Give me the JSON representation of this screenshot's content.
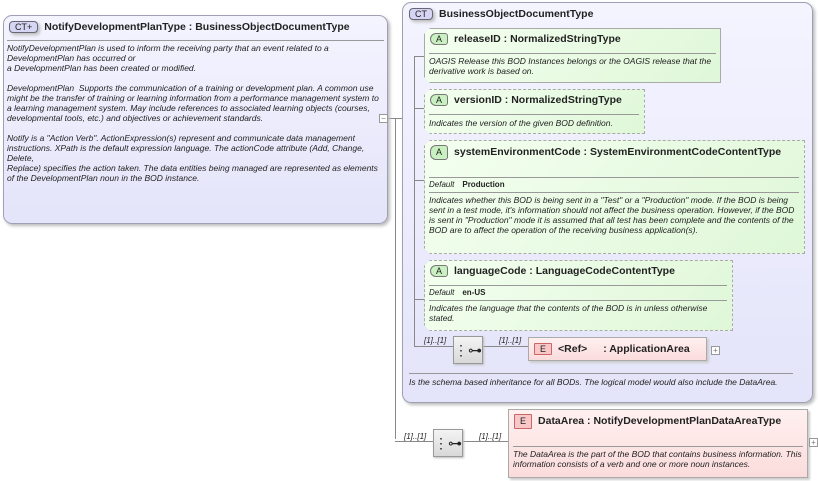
{
  "main_type": {
    "badge": "CT+",
    "name": "NotifyDevelopmentPlanType",
    "base": "BusinessObjectDocumentType",
    "doc": "NotifyDevelopmentPlan is used to inform the receiving party that an event related to a DevelopmentPlan has occurred or\na DevelopmentPlan has been created or modified.\n\nDevelopmentPlan  Supports the communication of a training or development plan. A common use might be the transfer of training or learning information from a performance management system to a learning management system. May include references to associated learning objects (courses, developmental tools, etc.) and objectives or achievement standards.\n\nNotify is a \"Action Verb\". ActionExpression(s) represent and communicate data management\ninstructions. XPath is the default expression language. The actionCode attribute (Add, Change, Delete,\nReplace) specifies the action taken. The data entities being managed are represented as elements\nof the DevelopmentPlan noun in the BOD instance.",
    "collapse": "−"
  },
  "base_type": {
    "badge": "CT",
    "name": "BusinessObjectDocumentType",
    "doc": "Is the schema based inheritance for all BODs. The logical model would also include the DataArea.",
    "attributes": [
      {
        "badge": "A",
        "name": "releaseID",
        "type": "NormalizedStringType",
        "doc": "OAGIS Release this BOD Instances belongs or the OAGIS release that the derivative work is based on."
      },
      {
        "badge": "A",
        "name": "versionID",
        "type": "NormalizedStringType",
        "doc": "Indicates the version of the given BOD definition."
      },
      {
        "badge": "A",
        "name": "systemEnvironmentCode",
        "type": "SystemEnvironmentCodeContentType",
        "default_label": "Default",
        "default": "Production",
        "doc": "Indicates whether this BOD is being sent in a \"Test\" or a \"Production\" mode. If the BOD is being sent in a test mode, it's information should not affect the business operation. However, if the BOD is sent in \"Production\" mode it is assumed that all test has been complete and the contents of the BOD are to affect the operation of the receiving business application(s)."
      },
      {
        "badge": "A",
        "name": "languageCode",
        "type": "LanguageCodeContentType",
        "default_label": "Default",
        "default": "en-US",
        "doc": "Indicates the language that the contents of the BOD is in unless otherwise stated."
      }
    ],
    "sequence": {
      "card_in": "[1]..[1]",
      "card_out": "[1]..[1]"
    },
    "ref": {
      "badge": "E",
      "name": "<Ref>",
      "type": ": ApplicationArea",
      "expand": "+"
    }
  },
  "data_area": {
    "card_in": "[1]..[1]",
    "card_out": "[1]..[1]",
    "badge": "E",
    "name": "DataArea",
    "type": "NotifyDevelopmentPlanDataAreaType",
    "doc": "The DataArea is the part of the BOD that contains business information. This information consists of a verb and one or more noun instances.",
    "expand": "+"
  },
  "colors": {
    "complex_type": "#e8e8fb",
    "attribute": "#e4f8dc",
    "element": "#fbe0e0"
  }
}
